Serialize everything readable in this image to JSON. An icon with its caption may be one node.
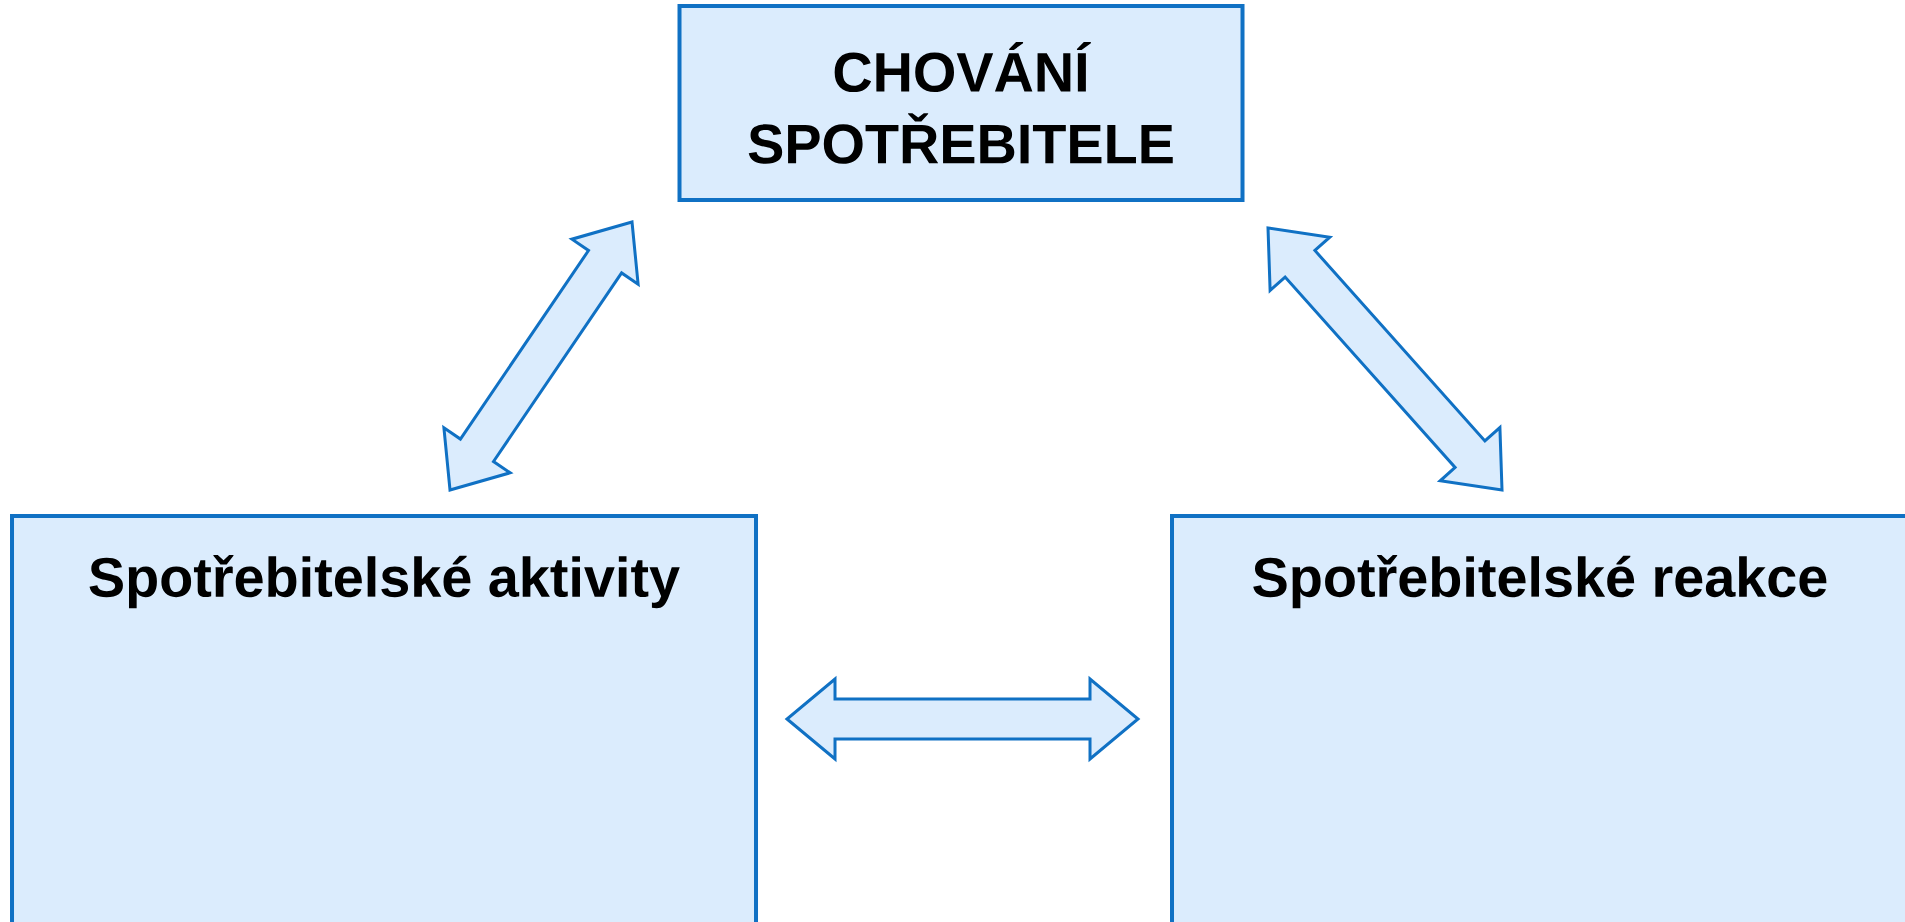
{
  "diagram": {
    "nodes": [
      {
        "text": [
          "CHOVÁNÍ SPOTŘEBITELE"
        ]
      },
      {
        "text": [
          "Spotřebitelské aktivity"
        ]
      },
      {
        "text": [
          "Spotřebitelské reakce"
        ]
      }
    ],
    "edges": [
      {
        "from": 1,
        "to": 0,
        "arrow": "both"
      },
      {
        "from": 2,
        "to": 0,
        "arrow": "both"
      },
      {
        "from": 1,
        "to": 2,
        "arrow": "both"
      }
    ]
  }
}
